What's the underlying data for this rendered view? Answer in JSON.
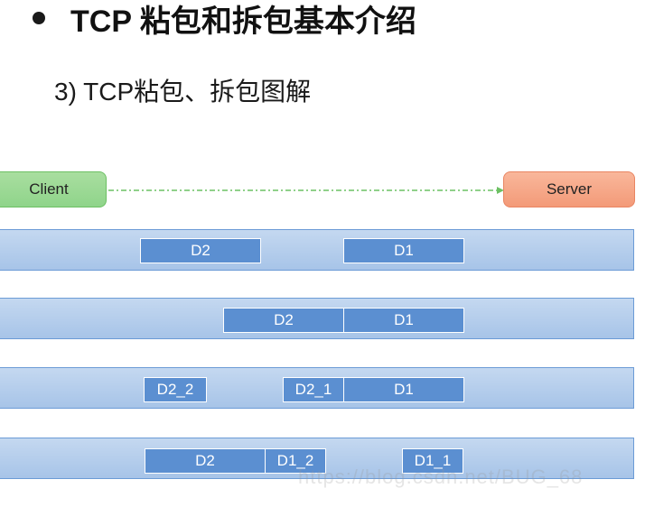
{
  "header": {
    "title": "TCP 粘包和拆包基本介绍",
    "subtitle": "3)  TCP粘包、拆包图解"
  },
  "nodes": {
    "client": "Client",
    "server": "Server"
  },
  "lanes": [
    {
      "packets": [
        "D2",
        "D1"
      ]
    },
    {
      "packets": [
        "D2",
        "D1"
      ]
    },
    {
      "packets": [
        "D2_2",
        "D2_1",
        "D1"
      ]
    },
    {
      "packets": [
        "D2",
        "D1_2",
        "D1_1"
      ]
    }
  ],
  "watermark": "https://blog.csdn.net/BUG_68",
  "colors": {
    "client_fill": "#8fd48a",
    "server_fill": "#f39a78",
    "lane_fill": "#a7c4e8",
    "packet_fill": "#5b8fd1",
    "arrow": "#6cc063"
  }
}
